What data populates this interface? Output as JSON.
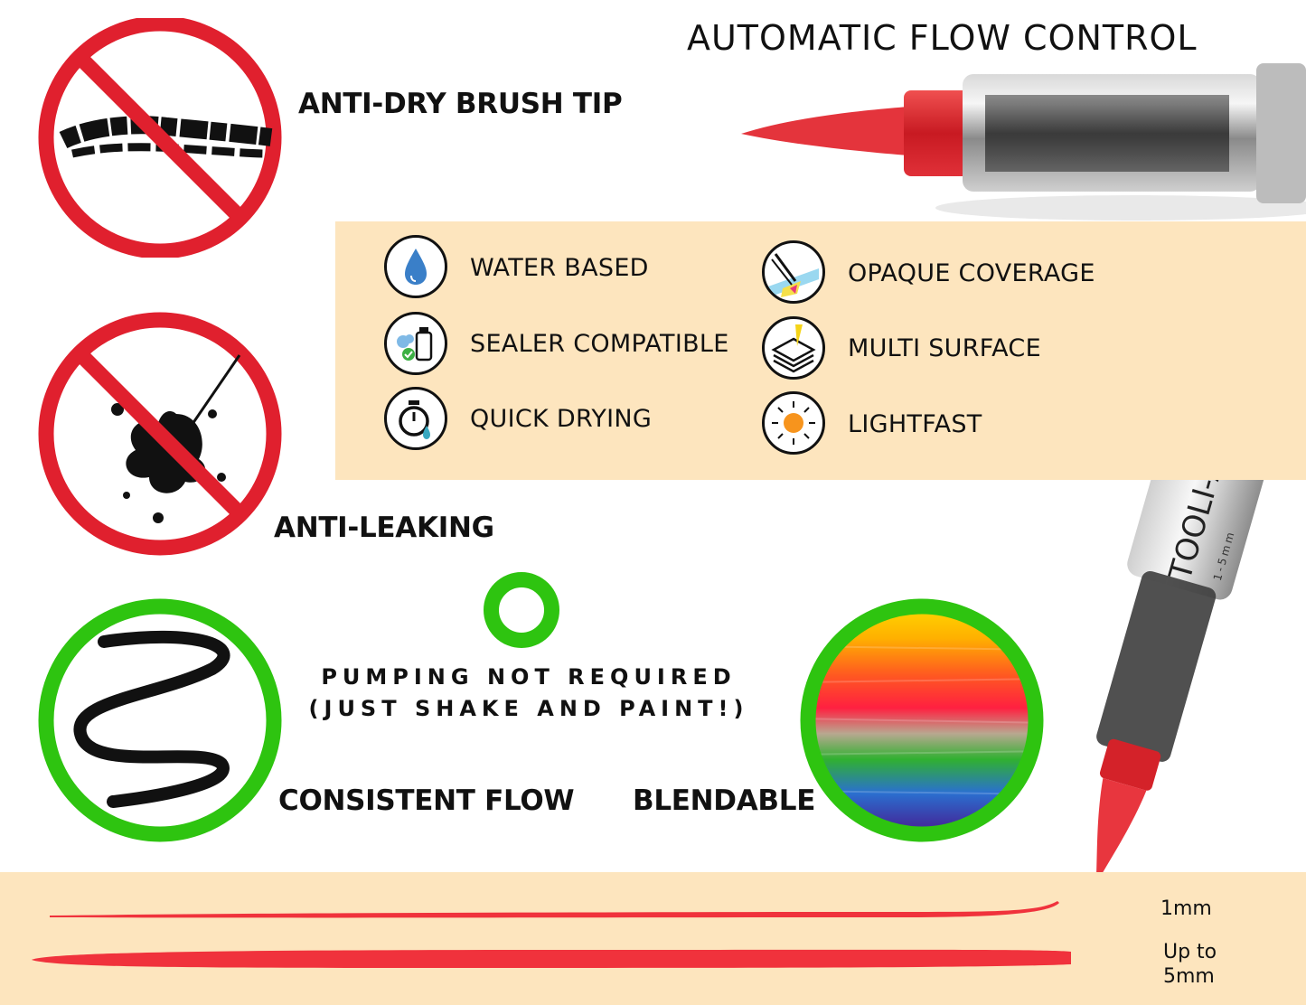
{
  "header": {
    "title": "AUTOMATIC FLOW CONTROL"
  },
  "badges": {
    "anti_dry": "ANTI-DRY BRUSH TIP",
    "anti_leak": "ANTI-LEAKING",
    "consistent": "CONSISTENT FLOW",
    "blendable": "BLENDABLE"
  },
  "features": {
    "left": [
      {
        "label": "WATER BASED",
        "icon": "water-drop-icon"
      },
      {
        "label": "SEALER COMPATIBLE",
        "icon": "sealer-bottle-icon"
      },
      {
        "label": "QUICK DRYING",
        "icon": "stopwatch-icon"
      }
    ],
    "right": [
      {
        "label": "OPAQUE COVERAGE",
        "icon": "opaque-stroke-icon"
      },
      {
        "label": "MULTI SURFACE",
        "icon": "layers-icon"
      },
      {
        "label": "LIGHTFAST",
        "icon": "sun-icon"
      }
    ]
  },
  "pumping": {
    "line1": "PUMPING NOT REQUIRED",
    "line2": "(JUST SHAKE AND PAINT!)"
  },
  "pen": {
    "brand": "TOOLI-ART",
    "size": "1-5mm"
  },
  "stroke_sizes": {
    "thin": "1mm",
    "thick_line1": "Up to",
    "thick_line2": "5mm"
  },
  "colors": {
    "prohibit_red": "#e0202e",
    "ok_green": "#2ec410",
    "panel_cream": "#fde5be",
    "paint_red": "#f0323c",
    "ink_black": "#111111"
  }
}
